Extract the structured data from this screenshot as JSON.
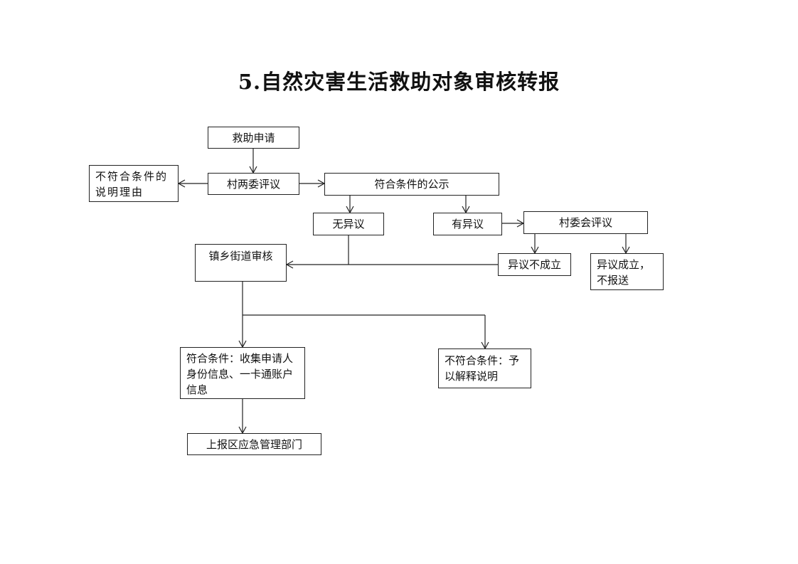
{
  "title": "5.自然灾害生活救助对象审核转报",
  "nodes": {
    "apply": "救助申请",
    "village_two_committees": "村两委评议",
    "not_qualified_reason": "不符合条件的说明理由",
    "qualified_publicity": "符合条件的公示",
    "no_objection": "无异议",
    "has_objection": "有异议",
    "village_committee_review": "村委会评议",
    "town_review": "镇乡街道审核",
    "objection_invalid": "异议不成立",
    "objection_valid": "异议成立，不报送",
    "qualified_collect": "符合条件：收集申请人身份信息、一卡通账户信息",
    "not_qualified_explain": "不符合条件：予以解释说明",
    "report_dept": "上报区应急管理部门"
  }
}
